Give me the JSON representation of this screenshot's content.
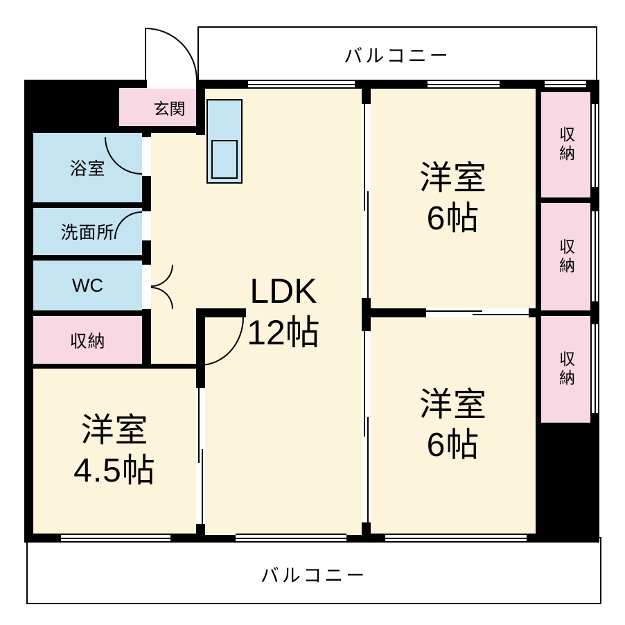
{
  "colors": {
    "wall": "#000000",
    "room_floor": "#FCF4DB",
    "wet_area": "#C5E4F1",
    "closet": "#F8D9E3",
    "background": "#FFFFFF"
  },
  "balcony": {
    "top_label": "バルコニー",
    "bottom_label": "バルコニー"
  },
  "rooms": {
    "entrance": {
      "label": "玄関"
    },
    "bath": {
      "label": "浴室"
    },
    "washroom": {
      "label": "洗面所"
    },
    "toilet": {
      "label": "WC"
    },
    "closet_left": {
      "label": "収納"
    },
    "western_45": {
      "name": "洋室",
      "size": "4.5帖"
    },
    "ldk": {
      "name": "LDK",
      "size": "12帖"
    },
    "western_6_top": {
      "name": "洋室",
      "size": "6帖"
    },
    "western_6_bottom": {
      "name": "洋室",
      "size": "6帖"
    },
    "closet_right_1": {
      "label": "収納"
    },
    "closet_right_2": {
      "label": "収納"
    },
    "closet_right_3": {
      "label": "収納"
    }
  }
}
